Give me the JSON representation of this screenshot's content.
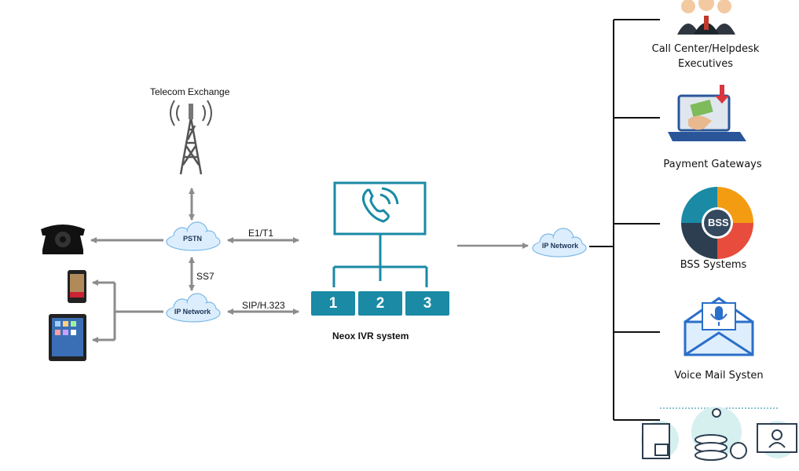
{
  "left": {
    "telecom_exchange": "Telecom Exchange",
    "pstn": "PSTN",
    "ss7": "SS7",
    "ip_network": "IP Network",
    "e1t1": "E1/T1",
    "sip": "SIP/H.323"
  },
  "center": {
    "title": "Neox IVR system",
    "keys": [
      "1",
      "2",
      "3"
    ]
  },
  "right": {
    "ip_network": "IP Network",
    "call_center_line1": "Call Center/Helpdesk",
    "call_center_line2": "Executives",
    "payment": "Payment Gateways",
    "bss_badge": "BSS",
    "bss": "BSS Systems",
    "voicemail": "Voice Mail Systen"
  },
  "colors": {
    "teal": "#1a8aa5",
    "arrow": "#8c8c8c",
    "cloud": "#dceefd",
    "cloud_edge": "#7cb9e8"
  }
}
